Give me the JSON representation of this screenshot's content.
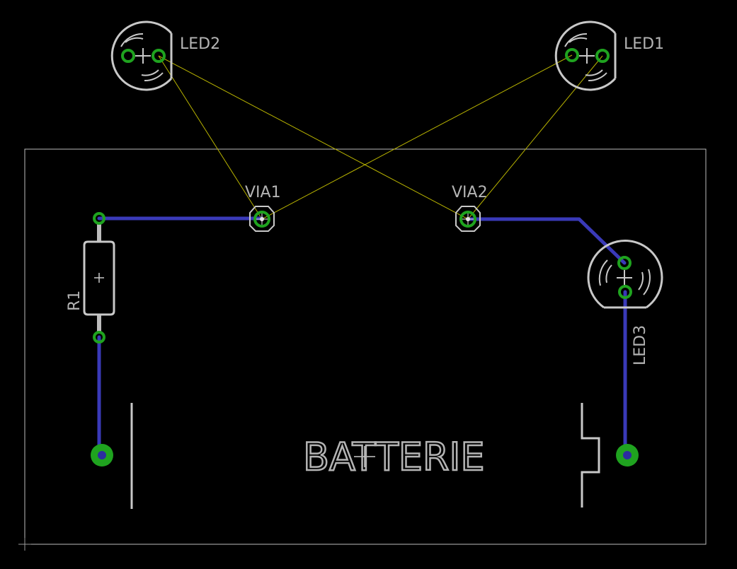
{
  "labels": {
    "led1": "LED1",
    "led2": "LED2",
    "led3": "LED3",
    "via1": "VIA1",
    "via2": "VIA2",
    "r1": "R1",
    "battery": "BATTERIE"
  },
  "colors": {
    "background": "#000000",
    "silkscreen": "#c8c8c8",
    "pad": "#1fa31f",
    "trace": "#3a3ab8",
    "ratsnest": "#b9b400"
  }
}
